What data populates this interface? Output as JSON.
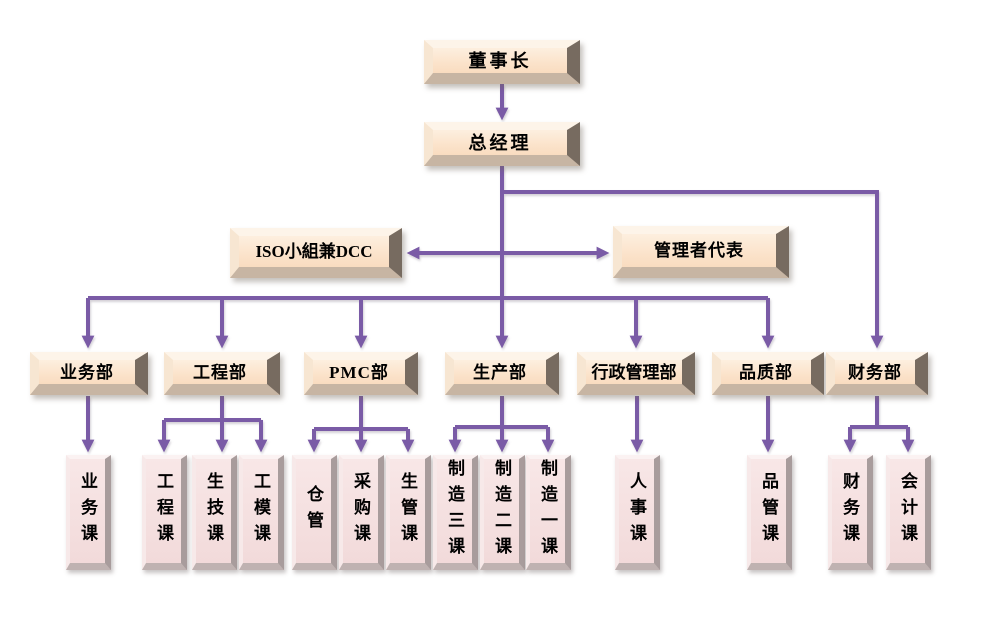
{
  "org": {
    "chairman": {
      "label": "董事长"
    },
    "general_manager": {
      "label": "总经理"
    },
    "iso_group": {
      "label": "ISO小組兼DCC"
    },
    "management_rep": {
      "label": "管理者代表"
    },
    "departments": [
      {
        "label": "业务部"
      },
      {
        "label": "工程部"
      },
      {
        "label": "PMC部"
      },
      {
        "label": "生产部"
      },
      {
        "label": "行政管理部"
      },
      {
        "label": "品质部"
      },
      {
        "label": "财务部"
      }
    ],
    "sections": [
      {
        "label": "业务课",
        "parent": "业务部"
      },
      {
        "label": "工程课",
        "parent": "工程部"
      },
      {
        "label": "生技课",
        "parent": "工程部"
      },
      {
        "label": "工模课",
        "parent": "工程部"
      },
      {
        "label": "仓管",
        "parent": "PMC部"
      },
      {
        "label": "采购课",
        "parent": "PMC部"
      },
      {
        "label": "生管课",
        "parent": "PMC部"
      },
      {
        "label": "制造三课",
        "parent": "生产部"
      },
      {
        "label": "制造二课",
        "parent": "生产部"
      },
      {
        "label": "制造一课",
        "parent": "生产部"
      },
      {
        "label": "人事课",
        "parent": "行政管理部"
      },
      {
        "label": "品管课",
        "parent": "品质部"
      },
      {
        "label": "财务课",
        "parent": "财务部"
      },
      {
        "label": "会计课",
        "parent": "财务部"
      }
    ]
  },
  "colors": {
    "arrow": "#7a5ba6",
    "node_face": "#fbe2c9",
    "node_bevel_dark": "#776b60",
    "node_bevel_tan": "#c7b5a3",
    "section_face": "#f2dada",
    "text": "#000000",
    "background": "#ffffff"
  }
}
